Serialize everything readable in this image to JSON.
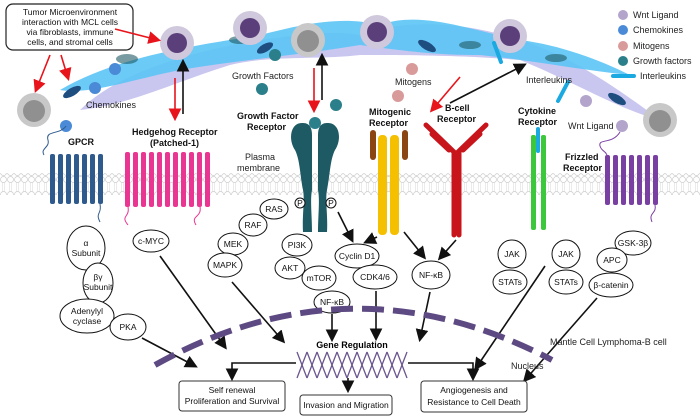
{
  "callout": [
    "Tumor Microenvironment",
    "interaction with MCL cells",
    "via fibroblasts, immune",
    "cells, and stromal cells"
  ],
  "legend": [
    {
      "label": "Wnt Ligand",
      "color": "#b3a4cc"
    },
    {
      "label": "Chemokines",
      "color": "#4a8ad6"
    },
    {
      "label": "Mitogens",
      "color": "#d99a9a"
    },
    {
      "label": "Growth factors",
      "color": "#2a7f8a"
    },
    {
      "label": "Interleukins",
      "color": "#1aa9e0"
    }
  ],
  "ligands": {
    "chemokines": "Chemokines",
    "growth_factors": "Growth Factors",
    "mitogens": "Mitogens",
    "interleukins": "Interleukins",
    "wnt": "Wnt Ligand"
  },
  "membrane": [
    "Plasma",
    "membrane"
  ],
  "receptors": {
    "gpcr": [
      "GPCR"
    ],
    "hedgehog": [
      "Hedgehog Receptor",
      "(Patched-1)"
    ],
    "growth_factor": [
      "Growth Factor",
      "Receptor"
    ],
    "mitogenic": [
      "Mitogenic",
      "Receptor"
    ],
    "bcell": [
      "B-cell",
      "Receptor"
    ],
    "cytokine": [
      "Cytokine",
      "Receptor"
    ],
    "frizzled": [
      "Frizzled",
      "Receptor"
    ]
  },
  "receptor_colors": {
    "gpcr": "#2e5a8e",
    "hedgehog": "#ea3592",
    "growth_factor": "#1e5a64",
    "mitogenic": "#f5c000",
    "mitogenic_cap": "#8b4513",
    "bcell": "#c8141b",
    "cytokine": "#3cc83c",
    "frizzled": "#7a3fa3"
  },
  "phospho": "P",
  "nodes": {
    "alpha": [
      "α",
      "Subunit"
    ],
    "betagamma": [
      "βγ",
      "Subunit"
    ],
    "adenylyl": [
      "Adenylyl",
      "cyclase"
    ],
    "pka": "PKA",
    "cmyc": "c-MYC",
    "ras": "RAS",
    "raf": "RAF",
    "mek": "MEK",
    "mapk": "MAPK",
    "pi3k": "PI3K",
    "akt": "AKT",
    "mtor": "mTOR",
    "nfkb1": "NF-κB",
    "cyclin": "Cyclin D1",
    "cdk": "CDK4/6",
    "nfkb2": "NF-κB",
    "jak1": "JAK",
    "jak2": "JAK",
    "stats1": "STATs",
    "stats2": "STATs",
    "gsk": "GSK-3β",
    "apc": "APC",
    "bcat": "β-catenin"
  },
  "nucleus": {
    "gene_regulation": "Gene Regulation",
    "cell_label": "Mantle Cell Lymphoma-B cell",
    "nucleus_label": "Nucleus"
  },
  "outcomes": [
    [
      "Self renewal",
      "Proliferation and Survival"
    ],
    [
      "Invasion and Migration"
    ],
    [
      "Angiogenesis and",
      "Resistance to Cell Death"
    ]
  ]
}
